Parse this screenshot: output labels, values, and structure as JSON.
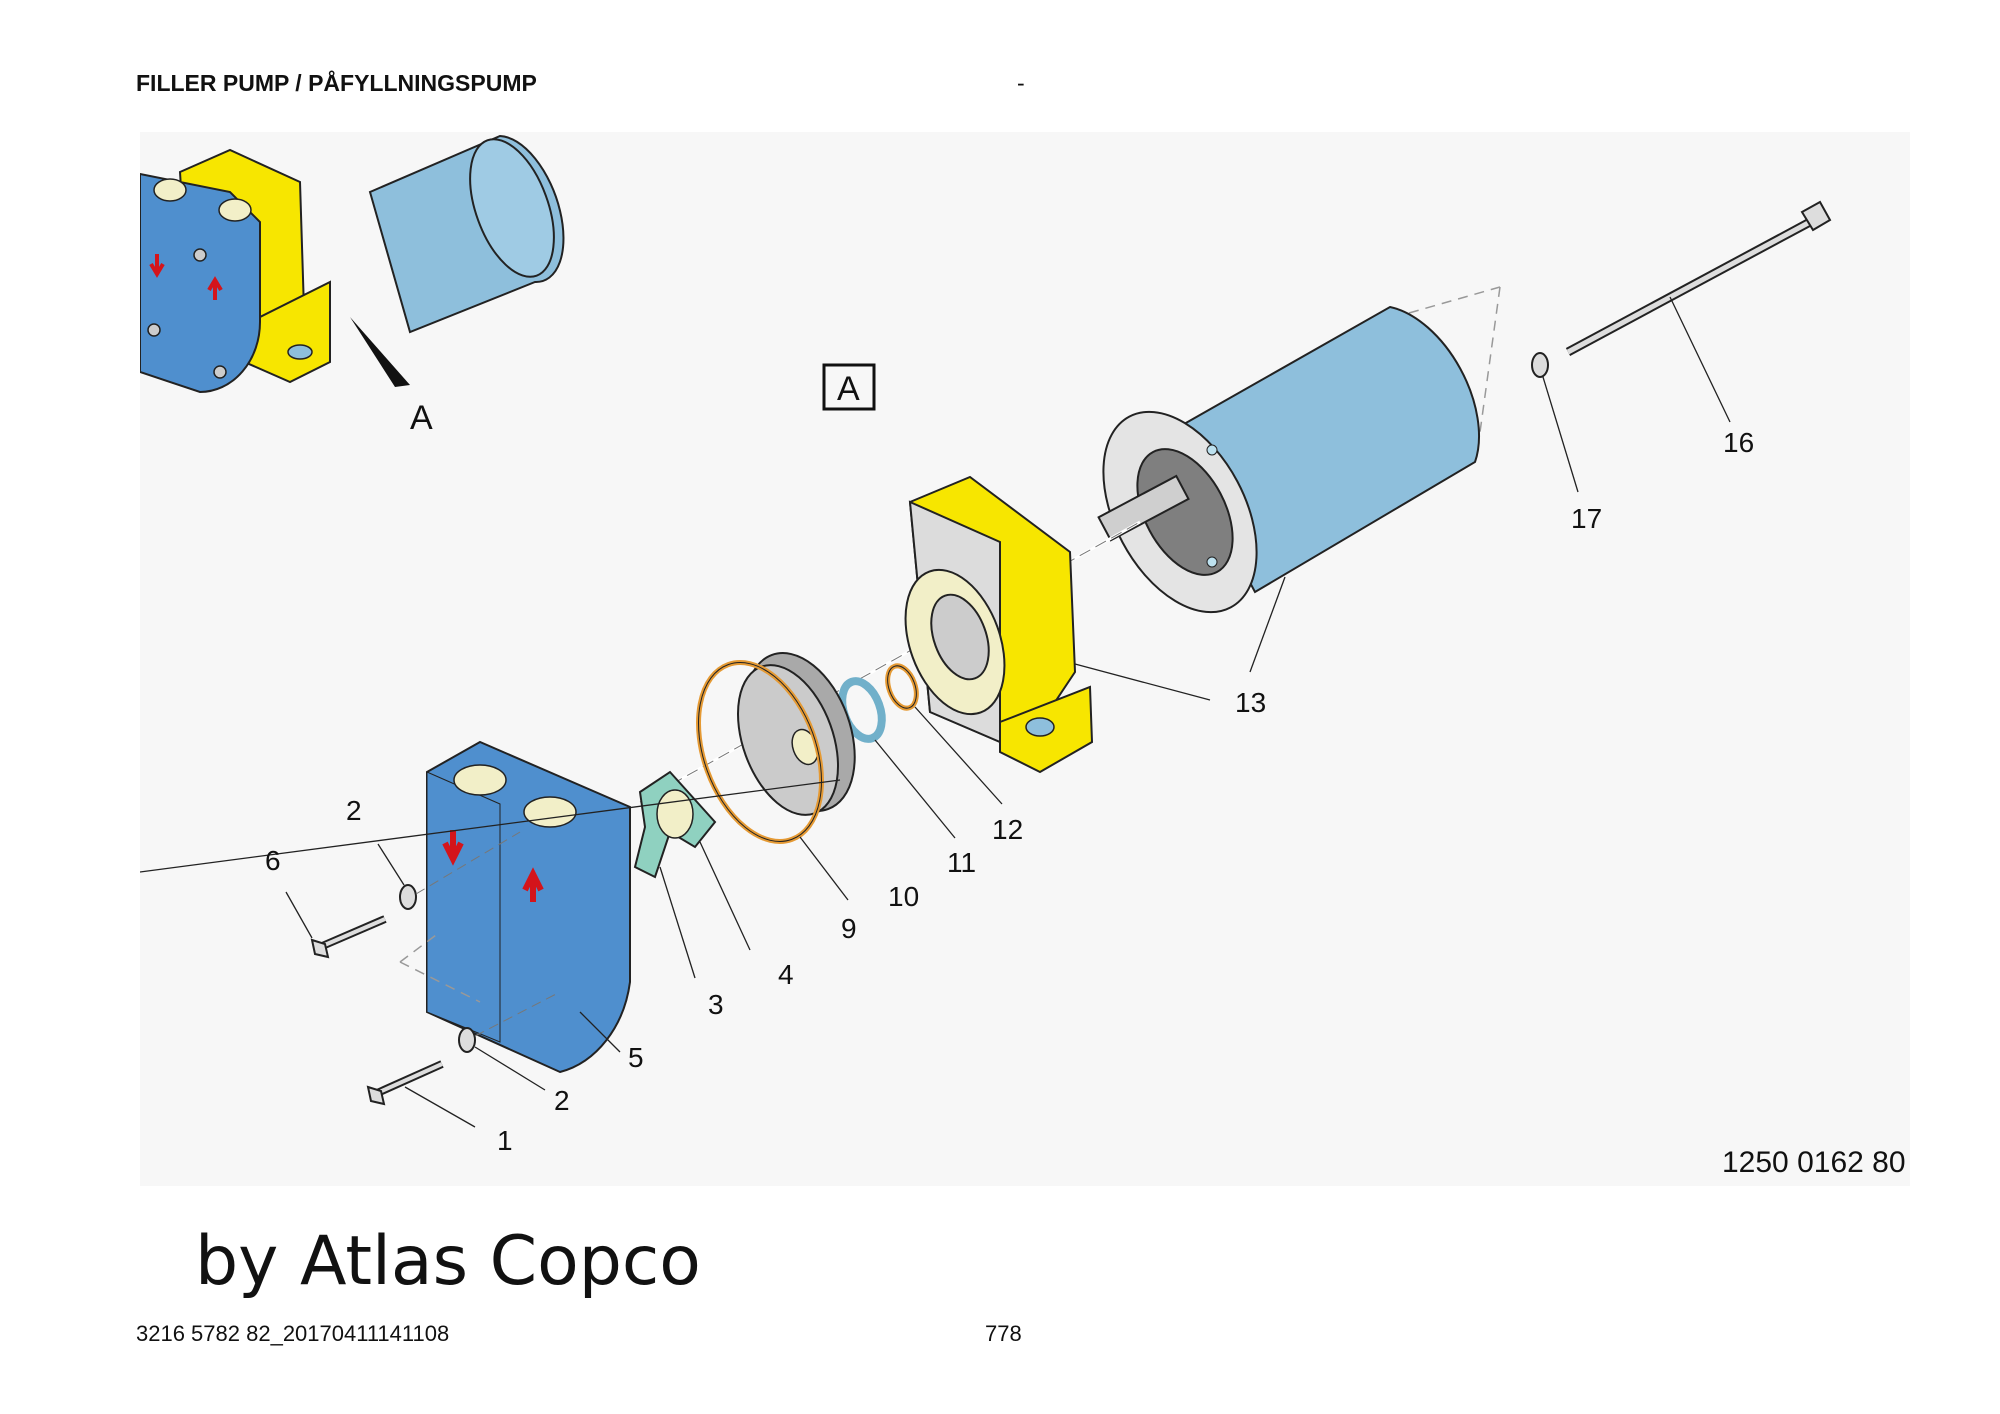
{
  "header": {
    "title": "FILLER PUMP / PÅFYLLNINGSPUMP",
    "dash": "-"
  },
  "diagram": {
    "view_label": "A",
    "frame_label": "A",
    "drawing_code": "1250 0162 80",
    "callouts": [
      "1",
      "2",
      "2",
      "3",
      "4",
      "5",
      "6",
      "9",
      "10",
      "11",
      "12",
      "13",
      "16",
      "17"
    ]
  },
  "watermark": "by Atlas Copco",
  "footer": {
    "doc_id": "3216 5782 82_20170411141108",
    "page": "778"
  },
  "colors": {
    "pump_body": "#4f8fce",
    "motor": "#8ebfdc",
    "bracket": "#f7e600",
    "impeller": "#8fd1c0",
    "oring": "#e59a34",
    "seal": "#71b0ca",
    "arrow": "#d4141b",
    "background": "#f7f7f7"
  }
}
